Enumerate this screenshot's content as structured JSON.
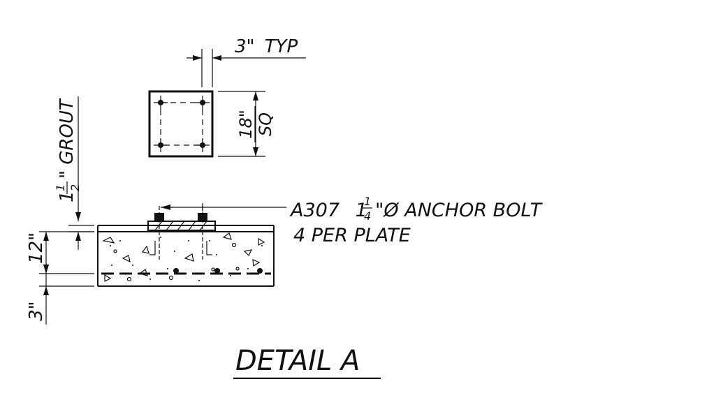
{
  "detail": {
    "title": "DETAIL A"
  },
  "plan_view": {
    "edge_dim_value": "3\"",
    "edge_dim_suffix": "TYP",
    "size_top": "18\"",
    "size_bottom": "SQ"
  },
  "section_view": {
    "grout_whole": "1",
    "grout_num": "1",
    "grout_den": "2",
    "grout_rest": "\" GROUT",
    "slab_thickness": "12\"",
    "cover": "3\"",
    "bolt_line1_prefix": "A307",
    "bolt_whole": "1",
    "bolt_num": "1",
    "bolt_den": "4",
    "bolt_line1_suffix": "\"Ø ANCHOR BOLT",
    "bolt_line2": "4 PER PLATE"
  }
}
